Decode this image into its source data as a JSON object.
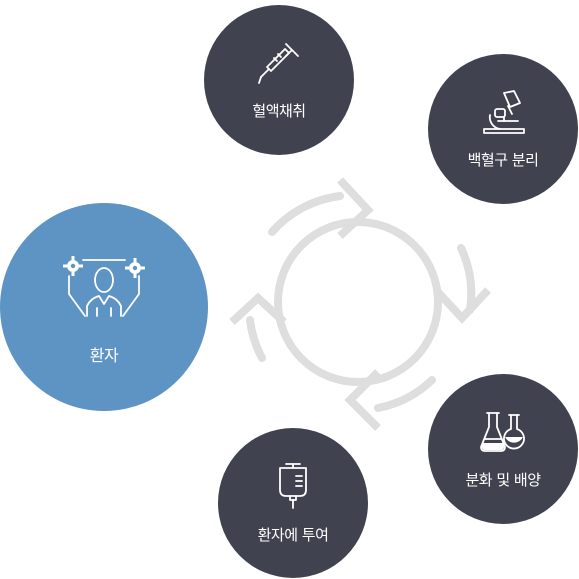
{
  "colors": {
    "dark_node": "#40434f",
    "patient_node": "#5d94c3",
    "arrow_stroke": "#dedede",
    "text": "#ffffff"
  },
  "nodes": {
    "blood_collection": {
      "label": "혈액채취",
      "icon": "syringe-icon"
    },
    "wbc_separation": {
      "label": "백혈구 분리",
      "icon": "microscope-icon"
    },
    "patient": {
      "label": "환자",
      "icon": "person-with-gears-icon"
    },
    "culture": {
      "label": "분화 및 배양",
      "icon": "flask-icon"
    },
    "infusion": {
      "label": "환자에 투여",
      "icon": "iv-bag-icon"
    }
  }
}
